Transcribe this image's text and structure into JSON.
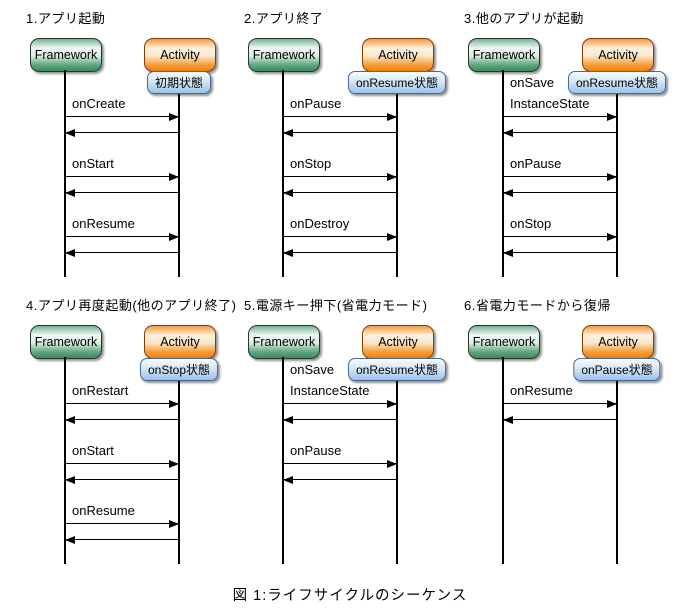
{
  "caption": "図 1:ライフサイクルのシーケンス",
  "colors": {
    "background": "#ffffff",
    "framework_green": "#4f9c72",
    "framework_border": "#22382c",
    "activity_orange": "#f5871c",
    "activity_border": "#8a3c00",
    "state_blue": "#9cc2ea",
    "state_border": "#47698f",
    "line": "#000000"
  },
  "panels": [
    {
      "title": "1.アプリ起動",
      "framework": "Framework",
      "activity": "Activity",
      "state": "初期状態",
      "messages": [
        {
          "label": "onCreate"
        },
        {
          "label": "onStart"
        },
        {
          "label": "onResume"
        }
      ]
    },
    {
      "title": "2.アプリ終了",
      "framework": "Framework",
      "activity": "Activity",
      "state": "onResume状態",
      "messages": [
        {
          "label": "onPause"
        },
        {
          "label": "onStop"
        },
        {
          "label": "onDestroy"
        }
      ]
    },
    {
      "title": "3.他のアプリが起動",
      "framework": "Framework",
      "activity": "Activity",
      "state": "onResume状態",
      "messages": [
        {
          "label": "onSave\nInstanceState"
        },
        {
          "label": "onPause"
        },
        {
          "label": "onStop"
        }
      ]
    },
    {
      "title": "4.アプリ再度起動(他のアプリ終了)",
      "framework": "Framework",
      "activity": "Activity",
      "state": "onStop状態",
      "messages": [
        {
          "label": "onRestart"
        },
        {
          "label": "onStart"
        },
        {
          "label": "onResume"
        }
      ]
    },
    {
      "title": "5.電源キー押下(省電力モード)",
      "framework": "Framework",
      "activity": "Activity",
      "state": "onResume状態",
      "messages": [
        {
          "label": "onSave\nInstanceState"
        },
        {
          "label": "onPause"
        }
      ]
    },
    {
      "title": "6.省電力モードから復帰",
      "framework": "Framework",
      "activity": "Activity",
      "state": "onPause状態",
      "messages": [
        {
          "label": "onResume"
        }
      ]
    }
  ]
}
